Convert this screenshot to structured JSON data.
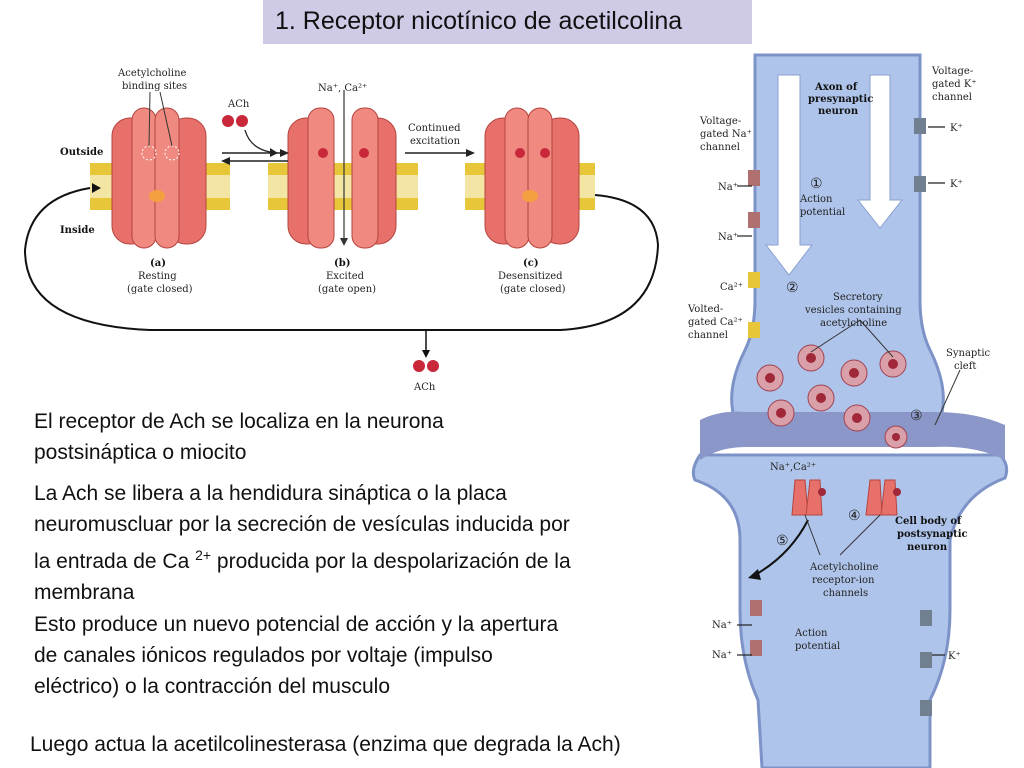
{
  "title": "1. Receptor nicotínico de acetilcolina",
  "left_figure": {
    "binding_sites": [
      "Acetylcholine",
      "binding sites"
    ],
    "ach_top": "ACh",
    "ions_top": "Na⁺, Ca²⁺",
    "outside": "Outside",
    "inside": "Inside",
    "continued": [
      "Continued",
      "excitation"
    ],
    "states": [
      {
        "letter": "(a)",
        "name": "Resting",
        "gate": "(gate closed)"
      },
      {
        "letter": "(b)",
        "name": "Excited",
        "gate": "(gate open)"
      },
      {
        "letter": "(c)",
        "name": "Desensitized",
        "gate": "(gate closed)"
      }
    ],
    "ach_bottom": "ACh"
  },
  "right_figure": {
    "axon_title": [
      "Axon of",
      "presynaptic",
      "neuron"
    ],
    "kv_channel": [
      "Voltage-",
      "gated K⁺",
      "channel"
    ],
    "nav_channel": [
      "Voltage-",
      "gated Na⁺",
      "channel"
    ],
    "cav_channel": [
      "Volted-",
      "gated Ca²⁺",
      "channel"
    ],
    "step1": "①",
    "step2": "②",
    "step3": "③",
    "step4": "④",
    "step5": "⑤",
    "action_potential_1": [
      "Action",
      "potential"
    ],
    "action_potential_2": [
      "Action",
      "potential"
    ],
    "vesicles": [
      "Secretory",
      "vesicles containing",
      "acetylcholine"
    ],
    "synaptic_cleft": [
      "Synaptic",
      "cleft"
    ],
    "cell_body": [
      "Cell body of",
      "postsynaptic",
      "neuron"
    ],
    "receptor_channels": [
      "Acetylcholine",
      "receptor-ion",
      "channels"
    ],
    "na": "Na⁺",
    "k": "K⁺",
    "ca": "Ca²⁺",
    "na_ca": "Na⁺,Ca²⁺"
  },
  "paragraphs": {
    "p1": [
      "El receptor de Ach se localiza en la neurona",
      "postsináptica o miocito"
    ],
    "p2_l1": "La Ach se libera a la hendidura sináptica o la placa",
    "p2_l2": "neuromuscluar por la secreción de vesículas inducida por",
    "p2_l3a": "la entrada de Ca ",
    "p2_l3sup": "2+",
    "p2_l3b": " producida por la despolarización de la",
    "p2_l4": "membrana",
    "p3": [
      "Esto produce un nuevo potencial de acción y la apertura",
      "de canales iónicos regulados por voltaje (impulso",
      "eléctrico) o la contracción del musculo"
    ],
    "footer": "Luego actua la acetilcolinesterasa (enzima que degrada la Ach)"
  },
  "colors": {
    "title_bg": "#cfcbe6",
    "receptor": "#e8706a",
    "membrane": "#e8c63a",
    "ach": "#c8283a",
    "neuron": "#aec4ea",
    "neuron_edge": "#7d93c8",
    "cleft": "#8c97c9"
  }
}
